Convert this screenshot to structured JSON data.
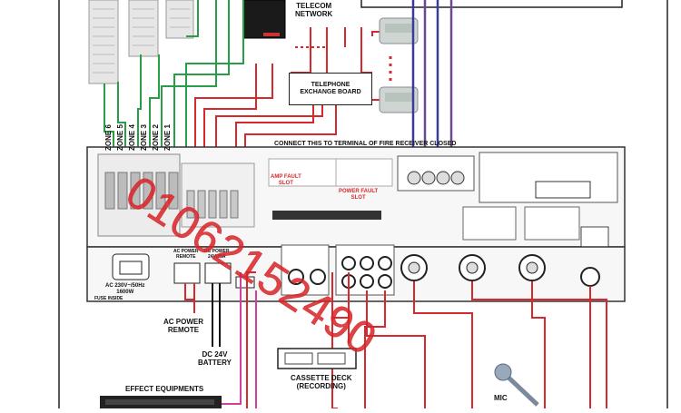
{
  "labels": {
    "telecom": "TELECOM\nNETWORK",
    "exchange": "TELEPHONE\nEXCHANGE BOARD",
    "connect_note": "CONNECT THIS TO TERMINAL OF FIRE RECEIVER CLOSED",
    "amp_fault": "AMP FAULT\nSLOT",
    "power_fault": "POWER FAULT\nSLOT",
    "ac_power_input": "AC 230V~/50Hz\n1600W",
    "fuse_inside": "FUSE INSIDE",
    "ac_power_remote_panel": "AC POWER\nREMOTE",
    "dc_power_panel": "DC POWER\n24V/38A",
    "ac_power_remote": "AC POWER\nREMOTE",
    "dc_battery": "DC 24V\nBATTERY",
    "cassette": "CASSETTE DECK\n(RECORDING)",
    "effect": "EFFECT EQUIPMENTS",
    "mic": "MIC"
  },
  "zones": [
    "ZONE 6",
    "ZONE 5",
    "ZONE 4",
    "ZONE 3",
    "ZONE 2",
    "ZONE 1"
  ],
  "watermark": "01062152490",
  "colors": {
    "red": "#d6292d",
    "green": "#2a9d48",
    "blue": "#3a3a9c",
    "purple": "#6a4a8c",
    "magenta": "#d23fa0",
    "black": "#111111"
  }
}
